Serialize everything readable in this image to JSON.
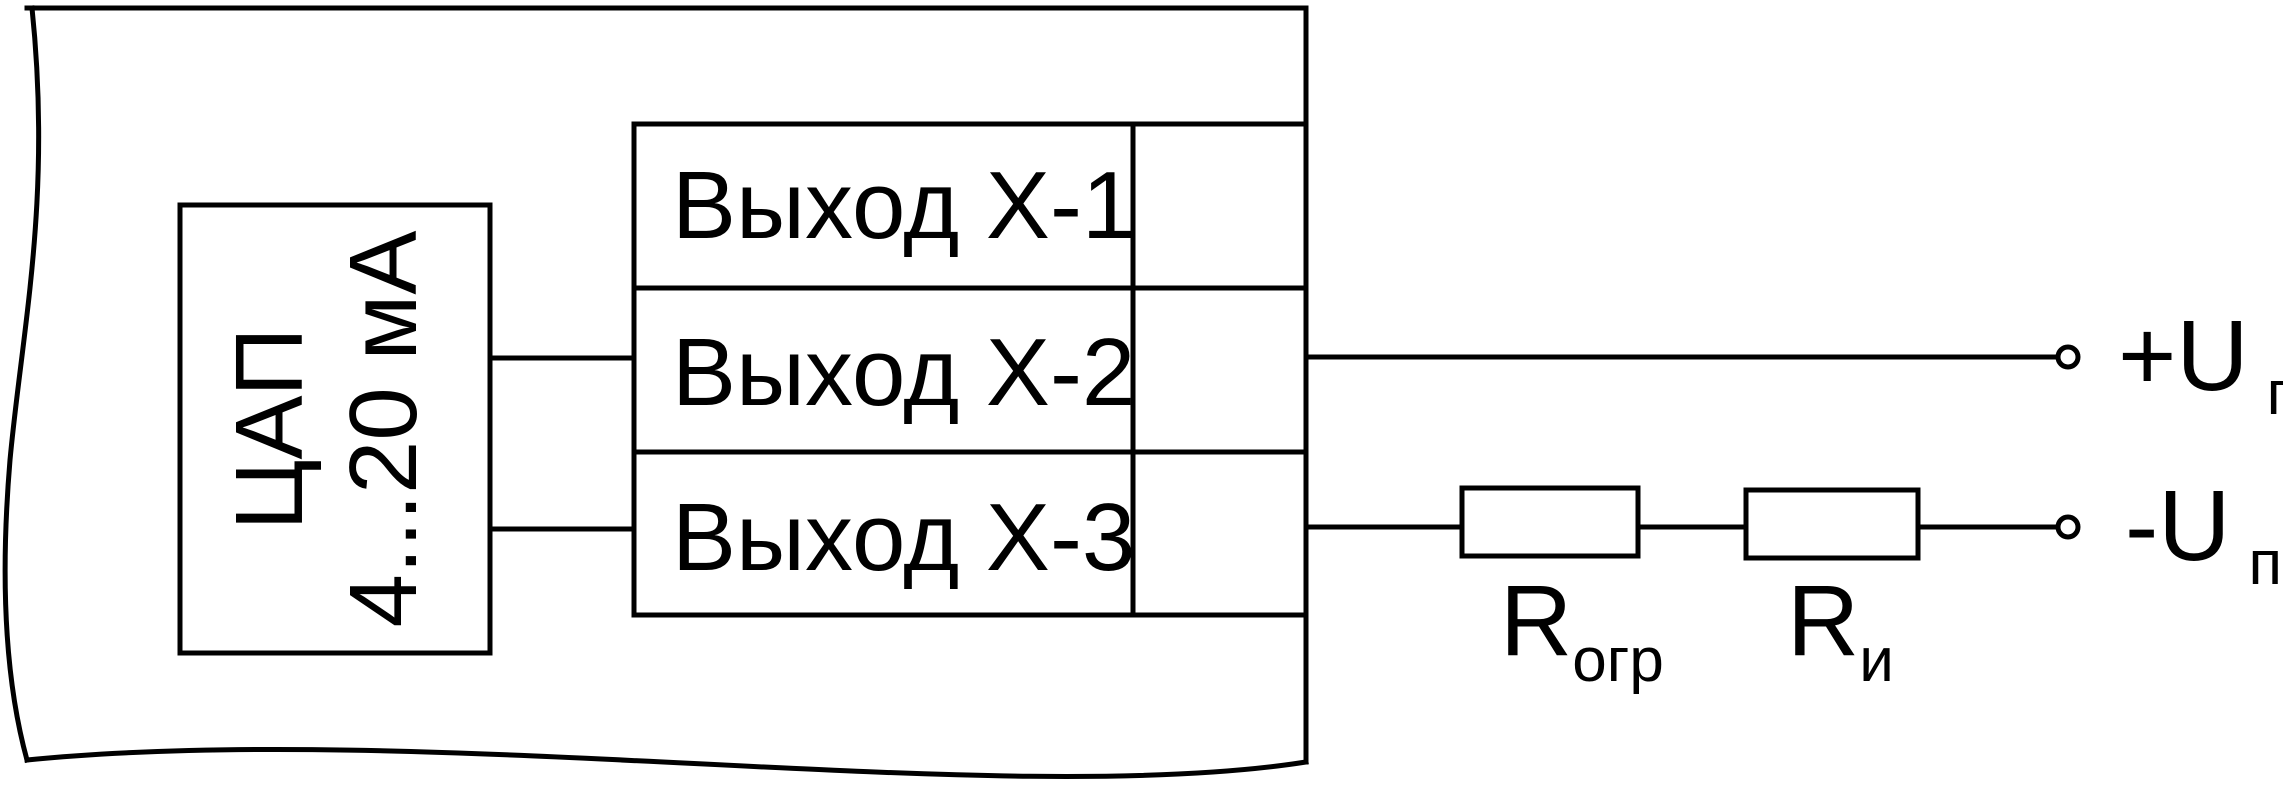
{
  "device": {
    "dac_line1": "ЦАП",
    "dac_line2": "4...20 мА"
  },
  "outputs": [
    {
      "label": "Выход Х-1"
    },
    {
      "label": "Выход Х-2"
    },
    {
      "label": "Выход Х-3"
    }
  ],
  "resistors": [
    {
      "symbol": "R",
      "subscript": "огр"
    },
    {
      "symbol": "R",
      "subscript": "и"
    }
  ],
  "terminals": [
    {
      "sign": "+U",
      "subscript": "п"
    },
    {
      "sign": "-U",
      "subscript": "п"
    }
  ]
}
